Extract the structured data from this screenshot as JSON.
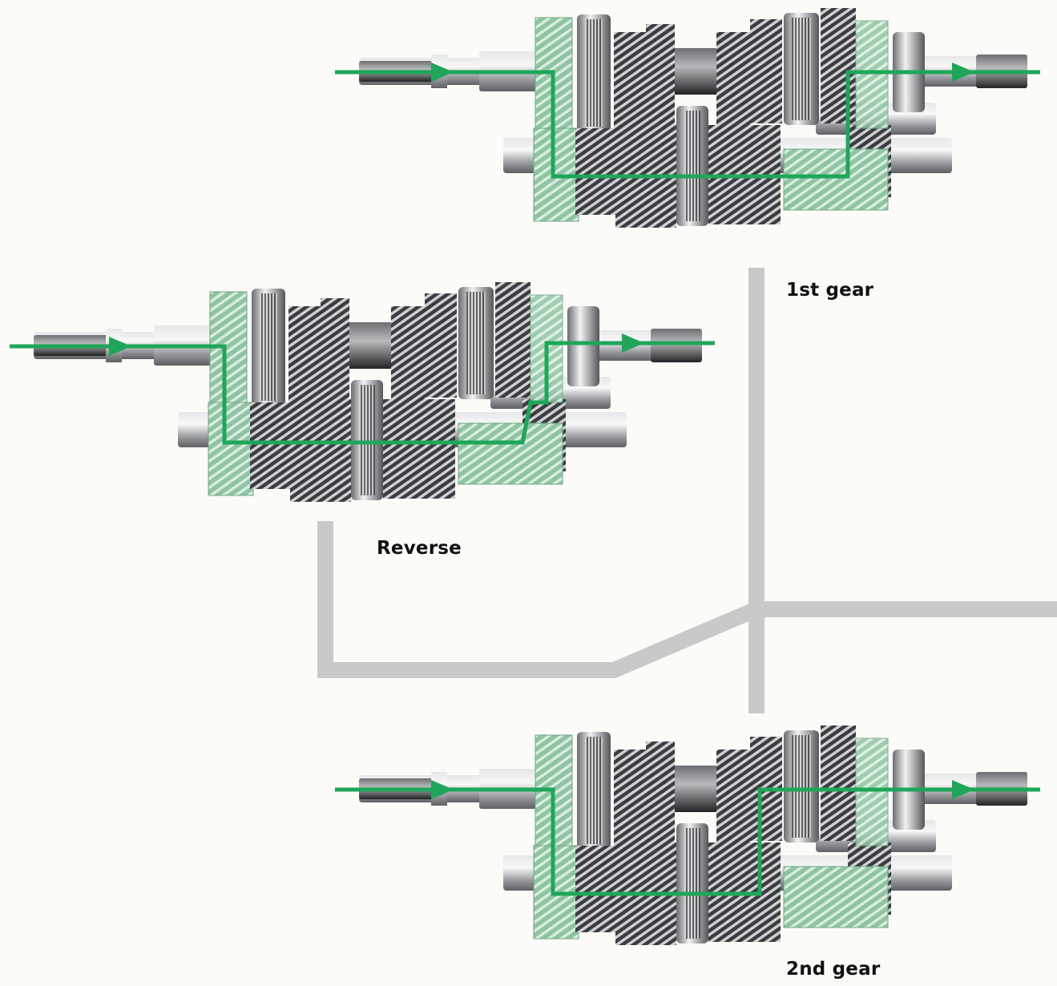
{
  "labels": {
    "first": "1st gear",
    "reverse": "Reverse",
    "second": "2nd gear"
  },
  "colors": {
    "background": "#fcfbf8",
    "power_flow": "#1fa65a",
    "highlight_gear": "#a9d4b8",
    "shift_gate": "#c9c9c9",
    "steel": "#8f9194"
  }
}
